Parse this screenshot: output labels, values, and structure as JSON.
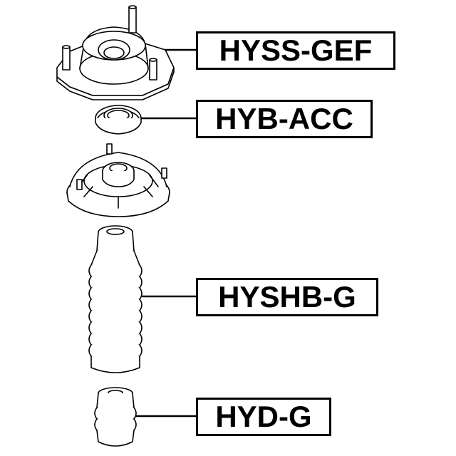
{
  "diagram": {
    "labels": [
      {
        "id": "strut-mount",
        "text": "HYSS-GEF"
      },
      {
        "id": "bearing",
        "text": "HYB-ACC"
      },
      {
        "id": "boot",
        "text": "HYSHB-G"
      },
      {
        "id": "bump-stop",
        "text": "HYD-G"
      }
    ]
  }
}
